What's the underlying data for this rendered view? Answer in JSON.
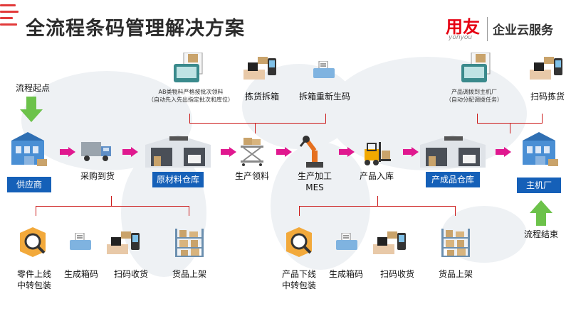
{
  "title": "全流程条码管理解决方案",
  "logo": {
    "mark": "用友",
    "sub": "yonyou",
    "service": "企业云服务"
  },
  "colors": {
    "accent_red": "#e60012",
    "flow_blue": "#1560b8",
    "arrow_magenta": "#e0188f",
    "start_green": "#6cc24a",
    "bracket_red": "#cc1a1a"
  },
  "start": {
    "label": "流程起点",
    "icon": "green-down-arrow"
  },
  "end": {
    "label": "流程结束",
    "icon": "green-up-arrow"
  },
  "main_flow": [
    {
      "label": "供应商",
      "tagged": true,
      "icon": "factory-icon"
    },
    {
      "label": "采购到货",
      "tagged": false,
      "icon": "truck-icon"
    },
    {
      "label": "原材料仓库",
      "tagged": true,
      "icon": "warehouse-icon"
    },
    {
      "label": "生产领料",
      "tagged": false,
      "icon": "cart-icon"
    },
    {
      "label": "生产加工\nMES",
      "tagged": false,
      "icon": "robot-arm-icon"
    },
    {
      "label": "产品入库",
      "tagged": false,
      "icon": "forklift-icon"
    },
    {
      "label": "产成品仓库",
      "tagged": true,
      "icon": "warehouse-icon"
    },
    {
      "label": "主机厂",
      "tagged": true,
      "icon": "factory-icon"
    }
  ],
  "top_left_group": [
    {
      "label": "AB类物料严格按批次领料\n（自动先入先出指定批次和库位）",
      "small": true,
      "icon": "clipboard-icon"
    },
    {
      "label": "拣货拆箱",
      "small": false,
      "icon": "scanner-hand-icon"
    },
    {
      "label": "拆箱重新生码",
      "small": false,
      "icon": "label-printer-icon"
    }
  ],
  "top_right_group": [
    {
      "label": "产品调拨到主机厂\n（自动分配调拨任务）",
      "small": true,
      "icon": "clipboard-icon"
    },
    {
      "label": "扫码拣货",
      "small": false,
      "icon": "scanner-hand-icon"
    }
  ],
  "bottom_left_group": [
    {
      "label": "零件上线\n中转包装",
      "icon": "magnifier-box-icon"
    },
    {
      "label": "生成箱码",
      "icon": "label-printer-icon"
    },
    {
      "label": "扫码收货",
      "icon": "scanner-hand-icon"
    },
    {
      "label": "货品上架",
      "icon": "shelf-icon"
    }
  ],
  "bottom_right_group": [
    {
      "label": "产品下线\n中转包装",
      "icon": "magnifier-box-icon"
    },
    {
      "label": "生成箱码",
      "icon": "label-printer-icon"
    },
    {
      "label": "扫码收货",
      "icon": "scanner-hand-icon"
    },
    {
      "label": "货品上架",
      "icon": "shelf-icon"
    }
  ]
}
